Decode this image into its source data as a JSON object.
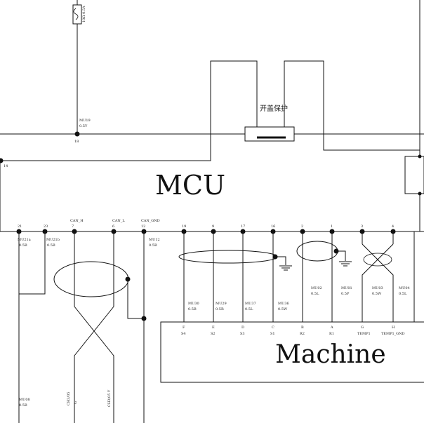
{
  "mcu_label": "MCU",
  "machine_label": "Machine",
  "lid_protect": "开盖保护",
  "fuse_text": "10Ω 0.5A",
  "top_wire": {
    "code": "MU19",
    "color": "0.5Y",
    "pin": "18"
  },
  "left_pin": "14",
  "bus_pins": [
    "21",
    "23",
    "7",
    "6",
    "12",
    "19",
    "9",
    "17",
    "16",
    "2",
    "1",
    "3",
    "4"
  ],
  "signal_labels": {
    "can_h": "CAN_H",
    "can_l": "CAN_L",
    "can_gnd": "CAN_GND"
  },
  "wire_codes": {
    "mu21a": "MU21a",
    "mu21a_c": "0.5B",
    "mu21b": "MU21b",
    "mu21b_c": "0.5B",
    "mu12": "MU12",
    "mu12_c": "0.5B",
    "mu30": "MU30",
    "mu30_c": "0.5B",
    "mu29": "MU29",
    "mu29_c": "0.5R",
    "mu37": "MU37",
    "mu37_c": "0.5L",
    "mu36": "MU36",
    "mu36_c": "0.5W",
    "mu02": "MU02",
    "mu02_c": "0.5L",
    "mu01": "MU01",
    "mu01_c": "0.5P",
    "mu03": "MU03",
    "mu03_c": "0.5W",
    "mu04": "MU04",
    "mu04_c": "0.5L",
    "mu08": "MU08",
    "mu08_c": "0.5B"
  },
  "machine_pins": [
    {
      "letter": "F",
      "name": "S4"
    },
    {
      "letter": "E",
      "name": "S2"
    },
    {
      "letter": "D",
      "name": "S3"
    },
    {
      "letter": "C",
      "name": "S1"
    },
    {
      "letter": "B",
      "name": "R2"
    },
    {
      "letter": "A",
      "name": "R1"
    },
    {
      "letter": "G",
      "name": "TEMP1"
    },
    {
      "letter": "H",
      "name": "TEMP1_GND"
    }
  ],
  "connector_labels": {
    "left": "CH3/05",
    "left_sub": "G",
    "right": "CH3/05 Y"
  }
}
